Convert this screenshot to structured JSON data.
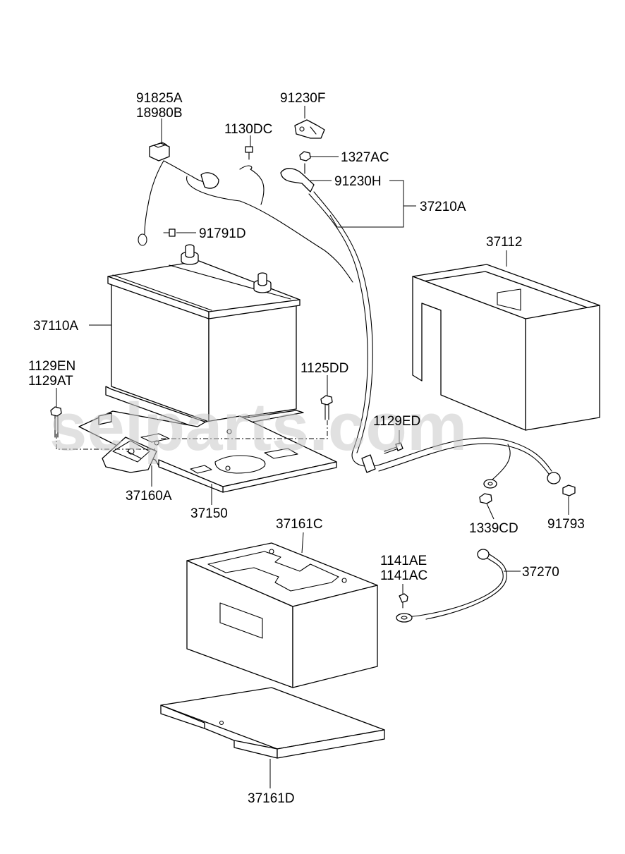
{
  "labels": {
    "p91825A": "91825A",
    "p18980B": "18980B",
    "p91230F": "91230F",
    "p1130DC": "1130DC",
    "p1327AC": "1327AC",
    "p91230H": "91230H",
    "p37210A": "37210A",
    "p91791D": "91791D",
    "p37112": "37112",
    "p37110A": "37110A",
    "p1129EN": "1129EN",
    "p1129AT": "1129AT",
    "p1125DD": "1125DD",
    "p1129ED": "1129ED",
    "p37160A": "37160A",
    "p37150": "37150",
    "p1339CD": "1339CD",
    "p91793": "91793",
    "p37161C": "37161C",
    "p1141AE": "1141AE",
    "p1141AC": "1141AC",
    "p37270": "37270",
    "p37161D": "37161D"
  },
  "watermark": "selparts.com",
  "colors": {
    "line": "#000000",
    "background": "#ffffff",
    "watermark": "#c8c8c8"
  }
}
